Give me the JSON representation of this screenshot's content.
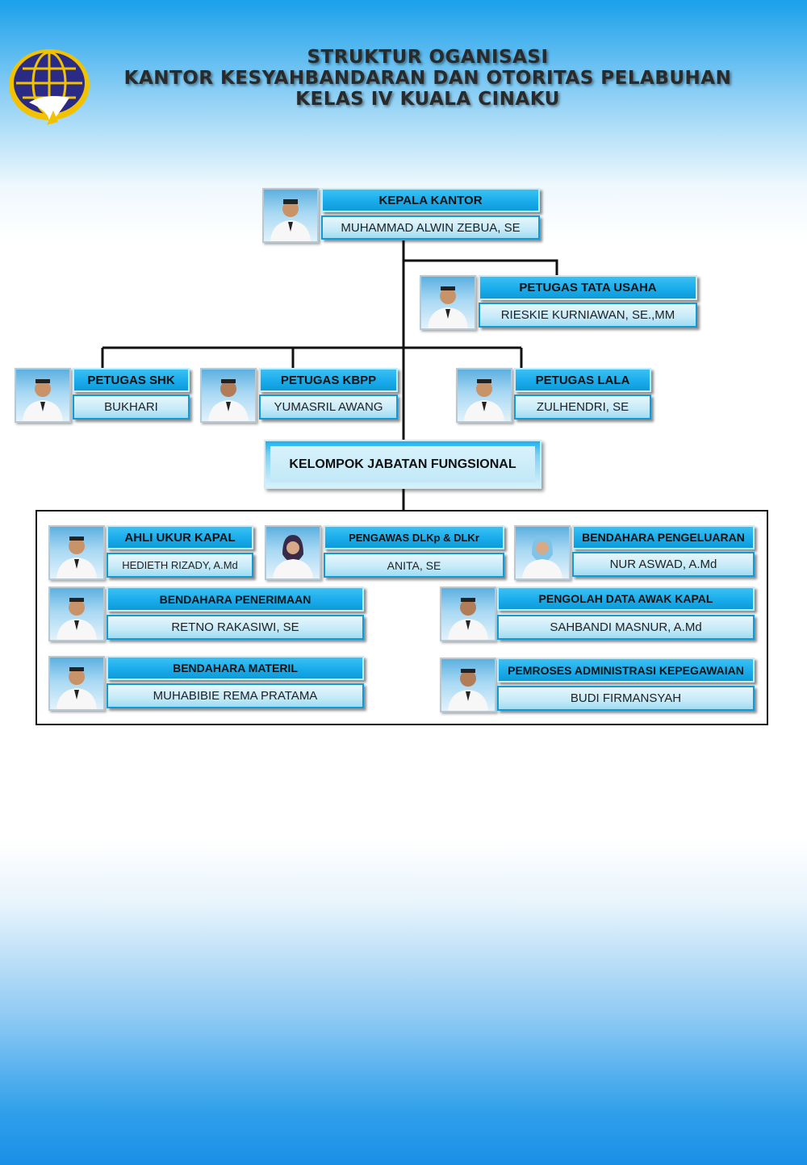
{
  "header": {
    "line1": "STRUKTUR OGANISASI",
    "line2": "KANTOR KESYAHBANDARAN DAN OTORITAS PELABUHAN",
    "line3": "KELAS IV KUALA CINAKU",
    "logo_icon": "globe-ship-emblem-icon"
  },
  "colors": {
    "title_box": "#1aacec",
    "name_box": "#c4eaf8",
    "connector": "#111111"
  },
  "head": {
    "title": "KEPALA KANTOR",
    "name": "MUHAMMAD  ALWIN ZEBUA,  SE"
  },
  "tata_usaha": {
    "title": "PETUGAS  TATA  USAHA",
    "name": "RIESKIE KURNIAWAN,  SE.,MM"
  },
  "petugas": [
    {
      "title": "PETUGAS  SHK",
      "name": "BUKHARI"
    },
    {
      "title": "PETUGAS  KBPP",
      "name": "YUMASRIL  AWANG"
    },
    {
      "title": "PETUGAS  LALA",
      "name": "ZULHENDRI,  SE"
    }
  ],
  "group": {
    "title": "KELOMPOK JABATAN FUNGSIONAL"
  },
  "fungsional": [
    {
      "title": "AHLI UKUR  KAPAL",
      "name": "HEDIETH RIZADY, A.Md"
    },
    {
      "title": "PENGAWAS  DLKp & DLKr",
      "name": "ANITA, SE"
    },
    {
      "title": "BENDAHARA PENGELUARAN",
      "name": "NUR ASWAD,  A.Md"
    },
    {
      "title": "BENDAHARA PENERIMAAN",
      "name": "RETNO  RAKASIWI, SE"
    },
    {
      "title": "PENGOLAH DATA AWAK KAPAL",
      "name": "SAHBANDI  MASNUR,  A.Md"
    },
    {
      "title": "BENDAHARA MATERIL",
      "name": "MUHABIBIE  REMA PRATAMA"
    },
    {
      "title": "PEMROSES ADMINISTRASI KEPEGAWAIAN",
      "name": "BUDI FIRMANSYAH"
    }
  ]
}
